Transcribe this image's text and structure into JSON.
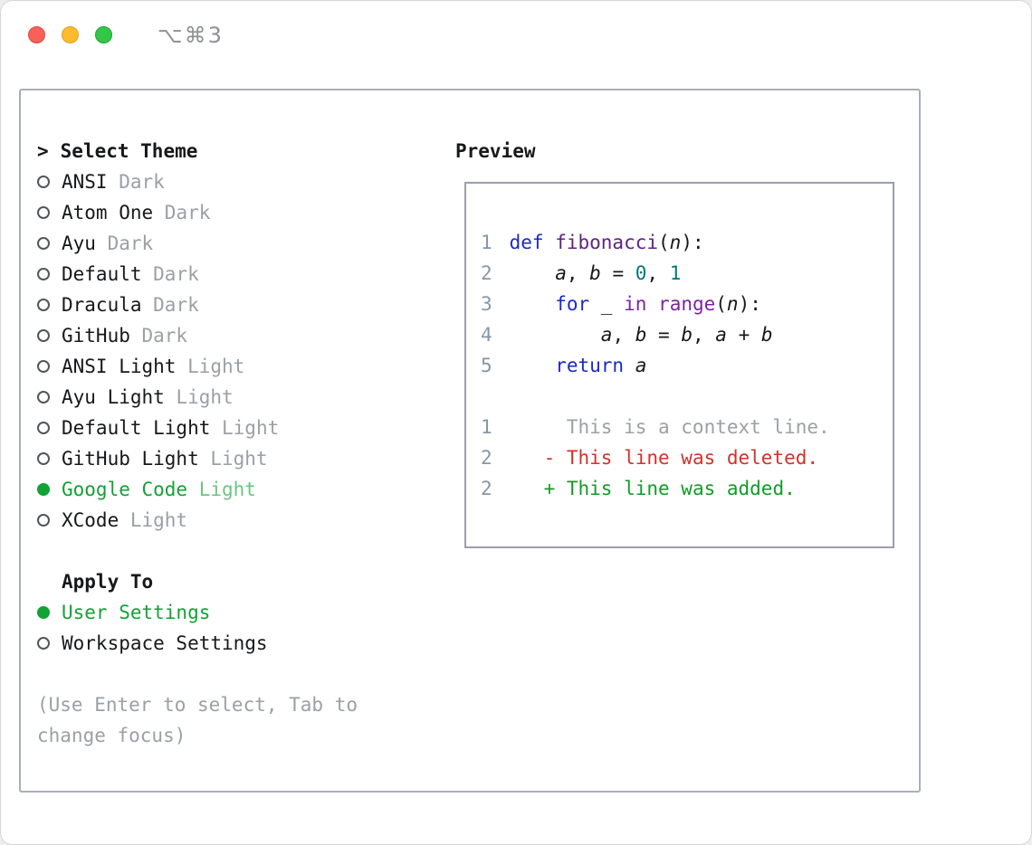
{
  "titlebar": {
    "shortcut": "⌥⌘3"
  },
  "colors": {
    "accent_green": "#12a236",
    "keyword": "#1b2ac5",
    "keyword_alt": "#7c23a0",
    "function": "#5b2387",
    "number": "#00777b",
    "deleted": "#d3312a",
    "added": "#139b27",
    "muted": "#9aa0a6",
    "line_number": "#8796a5",
    "text": "#17181a"
  },
  "theme_selector": {
    "prompt": ">",
    "title": "Select Theme",
    "items": [
      {
        "name": "ANSI",
        "variant": "Dark",
        "selected": false
      },
      {
        "name": "Atom One",
        "variant": "Dark",
        "selected": false
      },
      {
        "name": "Ayu",
        "variant": "Dark",
        "selected": false
      },
      {
        "name": "Default",
        "variant": "Dark",
        "selected": false
      },
      {
        "name": "Dracula",
        "variant": "Dark",
        "selected": false
      },
      {
        "name": "GitHub",
        "variant": "Dark",
        "selected": false
      },
      {
        "name": "ANSI Light",
        "variant": "Light",
        "selected": false
      },
      {
        "name": "Ayu Light",
        "variant": "Light",
        "selected": false
      },
      {
        "name": "Default Light",
        "variant": "Light",
        "selected": false
      },
      {
        "name": "GitHub Light",
        "variant": "Light",
        "selected": false
      },
      {
        "name": "Google Code",
        "variant": "Light",
        "selected": true
      },
      {
        "name": "XCode",
        "variant": "Light",
        "selected": false
      }
    ]
  },
  "apply_to": {
    "title": "Apply To",
    "options": [
      {
        "label": "User Settings",
        "selected": true
      },
      {
        "label": "Workspace Settings",
        "selected": false
      }
    ]
  },
  "hint": "(Use Enter to select, Tab to change focus)",
  "preview": {
    "title": "Preview",
    "lines": [
      {
        "num": "1",
        "tokens": [
          {
            "t": "def ",
            "c": "kw"
          },
          {
            "t": "fibonacci",
            "c": "fn"
          },
          {
            "t": "(",
            "c": "plain"
          },
          {
            "t": "n",
            "c": "var"
          },
          {
            "t": "):",
            "c": "plain"
          }
        ]
      },
      {
        "num": "2",
        "tokens": [
          {
            "t": "    ",
            "c": "plain"
          },
          {
            "t": "a",
            "c": "var"
          },
          {
            "t": ", ",
            "c": "plain"
          },
          {
            "t": "b",
            "c": "var"
          },
          {
            "t": " = ",
            "c": "plain"
          },
          {
            "t": "0",
            "c": "num"
          },
          {
            "t": ", ",
            "c": "plain"
          },
          {
            "t": "1",
            "c": "num"
          }
        ]
      },
      {
        "num": "3",
        "tokens": [
          {
            "t": "    ",
            "c": "plain"
          },
          {
            "t": "for",
            "c": "kw"
          },
          {
            "t": " _ ",
            "c": "plain"
          },
          {
            "t": "in",
            "c": "kw2"
          },
          {
            "t": " ",
            "c": "plain"
          },
          {
            "t": "range",
            "c": "kw2"
          },
          {
            "t": "(",
            "c": "plain"
          },
          {
            "t": "n",
            "c": "var"
          },
          {
            "t": "):",
            "c": "plain"
          }
        ]
      },
      {
        "num": "4",
        "tokens": [
          {
            "t": "        ",
            "c": "plain"
          },
          {
            "t": "a",
            "c": "var"
          },
          {
            "t": ", ",
            "c": "plain"
          },
          {
            "t": "b",
            "c": "var"
          },
          {
            "t": " = ",
            "c": "plain"
          },
          {
            "t": "b",
            "c": "var"
          },
          {
            "t": ", ",
            "c": "plain"
          },
          {
            "t": "a",
            "c": "var"
          },
          {
            "t": " + ",
            "c": "plain"
          },
          {
            "t": "b",
            "c": "var"
          }
        ]
      },
      {
        "num": "5",
        "tokens": [
          {
            "t": "    ",
            "c": "plain"
          },
          {
            "t": "return",
            "c": "kw"
          },
          {
            "t": " ",
            "c": "plain"
          },
          {
            "t": "a",
            "c": "var"
          }
        ]
      },
      {
        "num": "",
        "tokens": []
      },
      {
        "num": "1",
        "tokens": [
          {
            "t": "     This is a context line.",
            "c": "ctx"
          }
        ]
      },
      {
        "num": "2",
        "tokens": [
          {
            "t": "   ",
            "c": "plain"
          },
          {
            "t": "- This line was deleted.",
            "c": "del"
          }
        ]
      },
      {
        "num": "2",
        "tokens": [
          {
            "t": "   ",
            "c": "plain"
          },
          {
            "t": "+ This line was added.",
            "c": "add"
          }
        ]
      }
    ]
  }
}
